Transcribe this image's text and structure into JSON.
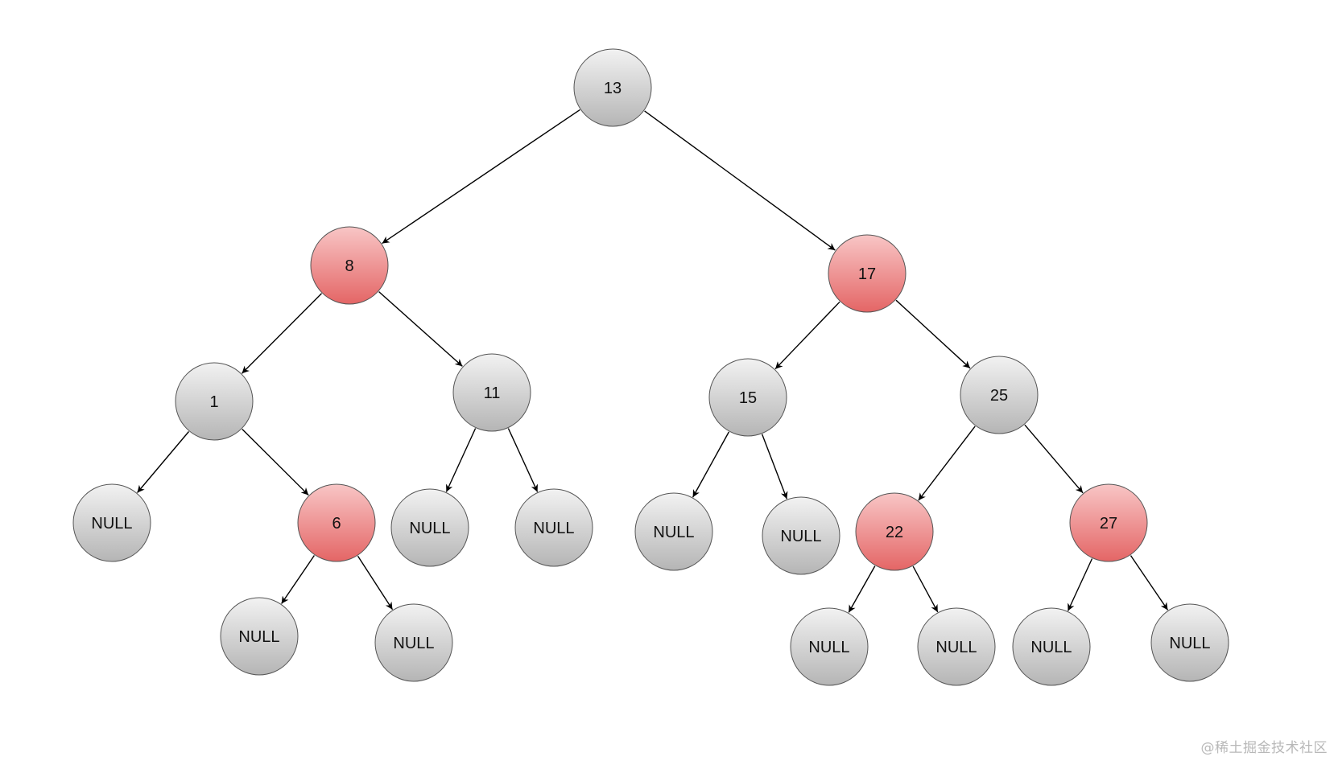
{
  "colors": {
    "black_node_top": "#f2f2f2",
    "black_node_bottom": "#b5b5b5",
    "red_node_top": "#f8c6c6",
    "red_node_bottom": "#e46666",
    "node_stroke": "#555555",
    "edge": "#000000",
    "watermark": "#b8b8b8"
  },
  "tree": {
    "nodes": [
      {
        "id": "n13",
        "label": "13",
        "color": "black"
      },
      {
        "id": "n8",
        "label": "8",
        "color": "red"
      },
      {
        "id": "n17",
        "label": "17",
        "color": "red"
      },
      {
        "id": "n1",
        "label": "1",
        "color": "black"
      },
      {
        "id": "n11",
        "label": "11",
        "color": "black"
      },
      {
        "id": "n15",
        "label": "15",
        "color": "black"
      },
      {
        "id": "n25",
        "label": "25",
        "color": "black"
      },
      {
        "id": "null-1-left",
        "label": "NULL",
        "color": "black"
      },
      {
        "id": "n6",
        "label": "6",
        "color": "red"
      },
      {
        "id": "null-11-left",
        "label": "NULL",
        "color": "black"
      },
      {
        "id": "null-11-right",
        "label": "NULL",
        "color": "black"
      },
      {
        "id": "null-15-left",
        "label": "NULL",
        "color": "black"
      },
      {
        "id": "null-15-right",
        "label": "NULL",
        "color": "black"
      },
      {
        "id": "n22",
        "label": "22",
        "color": "red"
      },
      {
        "id": "n27",
        "label": "27",
        "color": "red"
      },
      {
        "id": "null-6-left",
        "label": "NULL",
        "color": "black"
      },
      {
        "id": "null-6-right",
        "label": "NULL",
        "color": "black"
      },
      {
        "id": "null-22-left",
        "label": "NULL",
        "color": "black"
      },
      {
        "id": "null-22-right",
        "label": "NULL",
        "color": "black"
      },
      {
        "id": "null-27-left",
        "label": "NULL",
        "color": "black"
      },
      {
        "id": "null-27-right",
        "label": "NULL",
        "color": "black"
      }
    ],
    "edges": [
      [
        "n13",
        "n8"
      ],
      [
        "n13",
        "n17"
      ],
      [
        "n8",
        "n1"
      ],
      [
        "n8",
        "n11"
      ],
      [
        "n17",
        "n15"
      ],
      [
        "n17",
        "n25"
      ],
      [
        "n1",
        "null-1-left"
      ],
      [
        "n1",
        "n6"
      ],
      [
        "n11",
        "null-11-left"
      ],
      [
        "n11",
        "null-11-right"
      ],
      [
        "n15",
        "null-15-left"
      ],
      [
        "n15",
        "null-15-right"
      ],
      [
        "n25",
        "n22"
      ],
      [
        "n25",
        "n27"
      ],
      [
        "n6",
        "null-6-left"
      ],
      [
        "n6",
        "null-6-right"
      ],
      [
        "n22",
        "null-22-left"
      ],
      [
        "n22",
        "null-22-right"
      ],
      [
        "n27",
        "null-27-left"
      ],
      [
        "n27",
        "null-27-right"
      ]
    ]
  },
  "watermark": {
    "text": "@稀土掘金技术社区"
  }
}
